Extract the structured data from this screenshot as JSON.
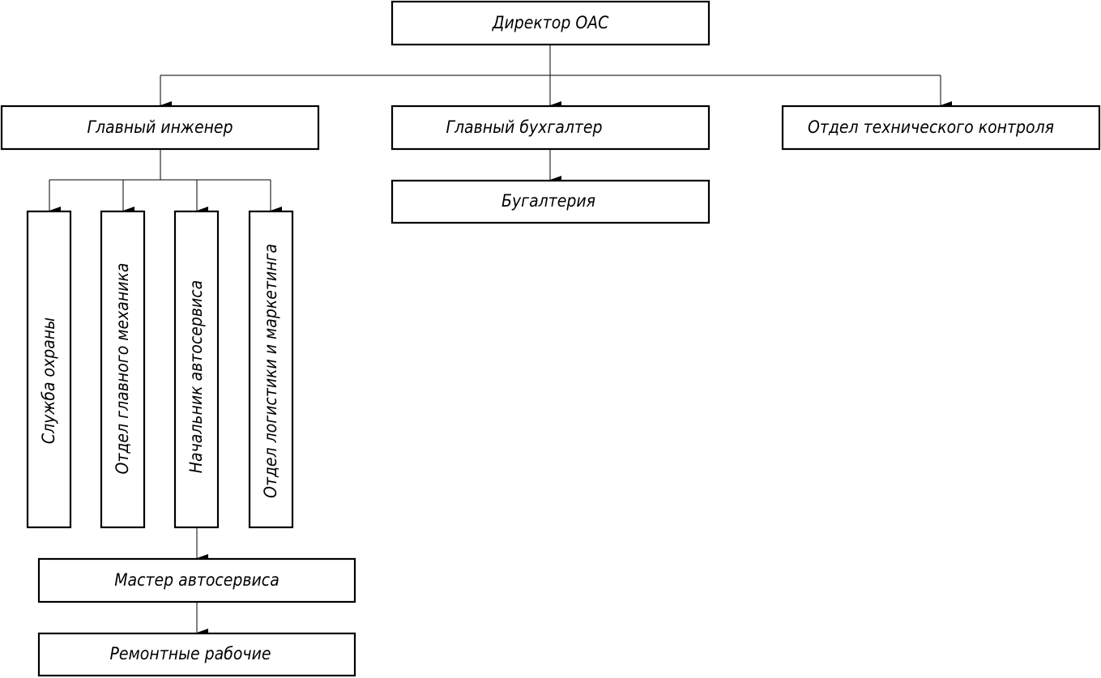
{
  "org_chart": {
    "director": "Директор ОАС",
    "chief_engineer": "Главный инженер",
    "chief_accountant": "Главный бухгалтер",
    "technical_control": "Отдел технического контроля",
    "accounting": "Бугалтерия",
    "security": "Служба охраны",
    "chief_mechanic_dept": "Отдел главного механика",
    "autoservice_head": "Начальник автосервиса",
    "logistics_marketing": "Отдел логистики и маркетинга",
    "autoservice_master": "Мастер автосервиса",
    "repair_workers": "Ремонтные рабочие"
  }
}
